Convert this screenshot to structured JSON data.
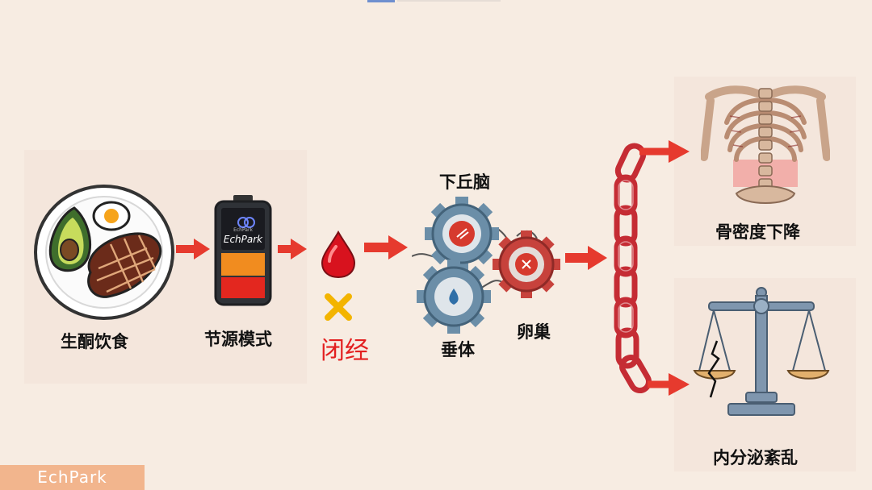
{
  "labels": {
    "keto": "生酮饮食",
    "energy_saving": "节源模式",
    "amenorrhea": "闭经",
    "hypothalamus": "下丘脑",
    "pituitary": "垂体",
    "ovary": "卵巢",
    "bone_density": "骨密度下降",
    "endocrine": "内分泌紊乱"
  },
  "battery": {
    "logo_text": "EchPark",
    "logo_sub": "EchPark"
  },
  "brand": {
    "text": "EchPark"
  },
  "colors": {
    "arrow": "#e63a2e",
    "chain": "#d5333a",
    "amenorrhea_text": "#e32020",
    "x_mark": "#f3b400",
    "background": "#f7ece2",
    "brand_bg": "#f2b58d"
  }
}
